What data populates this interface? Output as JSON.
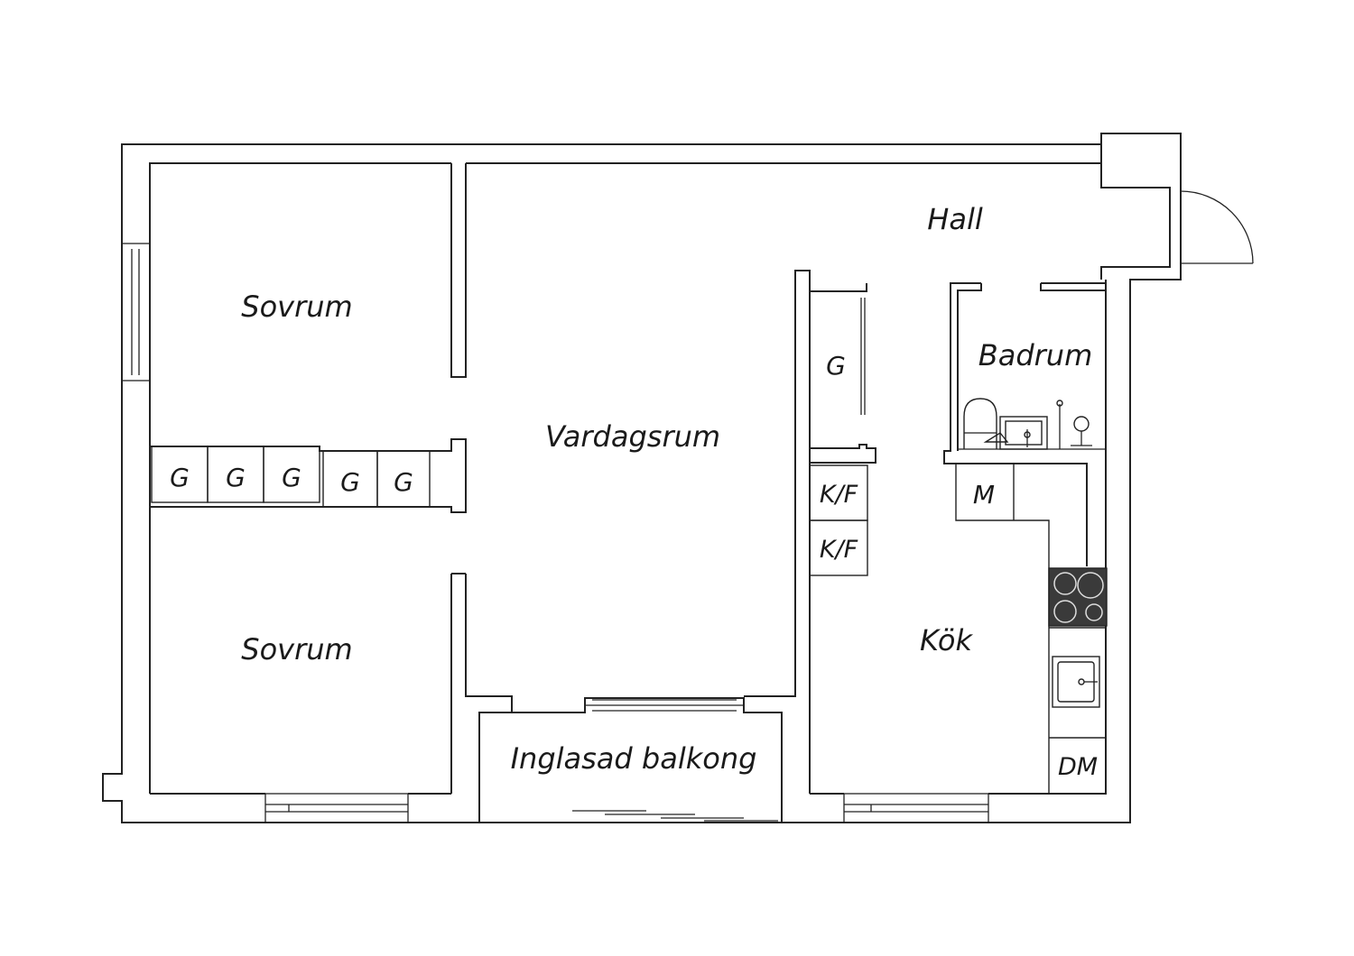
{
  "rooms": {
    "hall": "Hall",
    "bedroom_top": "Sovrum",
    "bedroom_bottom": "Sovrum",
    "living": "Vardagsrum",
    "bathroom": "Badrum",
    "kitchen": "Kök",
    "balcony": "Inglasad balkong"
  },
  "storage": {
    "wardrobe_label": "G",
    "fridge_freezer_label": "K/F",
    "washer_label": "M",
    "dishwasher_label": "DM"
  }
}
